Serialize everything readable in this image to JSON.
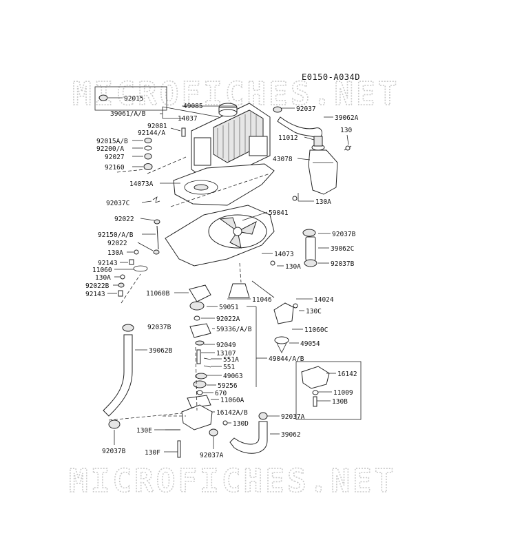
{
  "diagram_code": "E0150-A034D",
  "watermark": "MICROFICHES.NET",
  "labels": {
    "l92015": "92015",
    "l49085": "49085",
    "l39061": "39061/A/B",
    "l14037": "14037",
    "l92081": "92081",
    "l92144": "92144/A",
    "l92037": "92037",
    "l39062A": "39062A",
    "l130top": "130",
    "l11012": "11012",
    "l43078": "43078",
    "l92015AB": "92015A/B",
    "l92200": "92200/A",
    "l92027": "92027",
    "l92160": "92160",
    "l14073A": "14073A",
    "l130A1": "130A",
    "l92037C": "92037C",
    "l59041": "59041",
    "l92022a": "92022",
    "l92037B1": "92037B",
    "l92150": "92150/A/B",
    "l92022b": "92022",
    "l39062C": "39062C",
    "l130A2": "130A",
    "l92143a": "92143",
    "l92037B2": "92037B",
    "l11060": "11060",
    "l14073": "14073",
    "l130A3": "130A",
    "l130A4": "130A",
    "l92022B": "92022B",
    "l92143b": "92143",
    "l11060B": "11060B",
    "l11046": "11046",
    "l14024": "14024",
    "l59051": "59051",
    "l130C": "130C",
    "l92022A": "92022A",
    "l92037B3": "92037B",
    "l59336": "59336/A/B",
    "l11060C": "11060C",
    "l92049": "92049",
    "l49054": "49054",
    "l39062B": "39062B",
    "l13107": "13107",
    "l551A": "551A",
    "l49044": "49044/A/B",
    "l551": "551",
    "l16142": "16142",
    "l49063": "49063",
    "l59256": "59256",
    "l11009": "11009",
    "l670": "670",
    "l11060A": "11060A",
    "l130B": "130B",
    "l16142AB": "16142A/B",
    "l92037A1": "92037A",
    "l130D": "130D",
    "l130E": "130E",
    "l39062": "39062",
    "l92037B4": "92037B",
    "l130F": "130F",
    "l92037A2": "92037A"
  }
}
